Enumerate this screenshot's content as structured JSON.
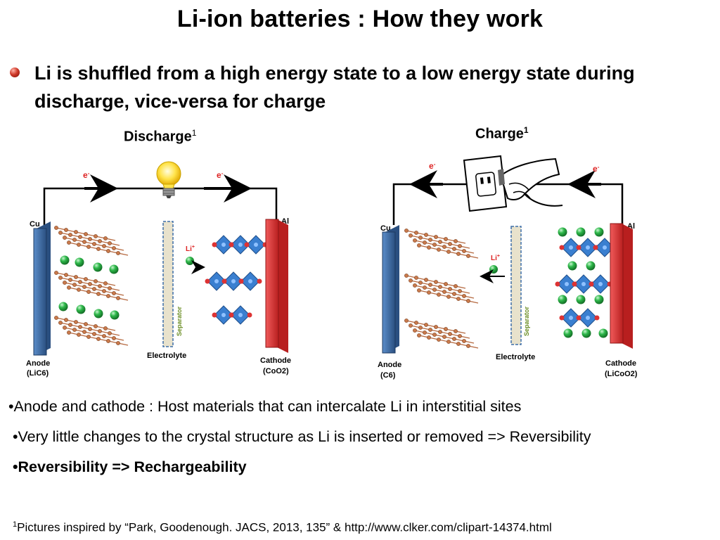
{
  "title": "Li-ion batteries : How they work",
  "main_bullet": "Li is shuffled from a high energy state to a low energy state during discharge, vice-versa for charge",
  "panels": {
    "discharge": {
      "title": "Discharge",
      "title_sup": "1",
      "anode_label": "Anode",
      "anode_formula": "(LiC6)",
      "cathode_label": "Cathode",
      "cathode_formula": "(CoO2)",
      "separator": "Separator",
      "electrolyte": "Electrolyte",
      "cu": "Cu",
      "al": "Al",
      "electron": "e",
      "electron_sup": "-",
      "li_ion": "Li",
      "li_ion_sup": "+"
    },
    "charge": {
      "title": "Charge",
      "title_sup": "1",
      "anode_label": "Anode",
      "anode_formula": "(C6)",
      "cathode_label": "Cathode",
      "cathode_formula": "(LiCoO2)",
      "separator": "Separator",
      "electrolyte": "Electrolyte",
      "cu": "Cu",
      "al": "Al",
      "electron": "e",
      "electron_sup": "-",
      "li_ion": "Li",
      "li_ion_sup": "+"
    }
  },
  "bullets": [
    "•Anode and cathode : Host materials that can intercalate Li in interstitial sites",
    "•Very little changes to the crystal structure as Li is inserted or removed => Reversibility",
    "•Reversibility => Rechargeability"
  ],
  "footnote": {
    "sup": "1",
    "text": "Pictures inspired by “Park, Goodenough. JACS, 2013, 135” & http://www.clker.com/clipart-14374.html"
  },
  "colors": {
    "bullet_red": "#c0392b",
    "anode_blue": "#3d6ea8",
    "cathode_red": "#e03a3a",
    "li_green": "#2eb84a",
    "graphite_brown": "#b5683f",
    "octahedra_blue": "#3a7fd0",
    "separator_beige": "#e8e2cc"
  },
  "icons": [
    "light-bulb-icon",
    "wall-plug-icon"
  ]
}
